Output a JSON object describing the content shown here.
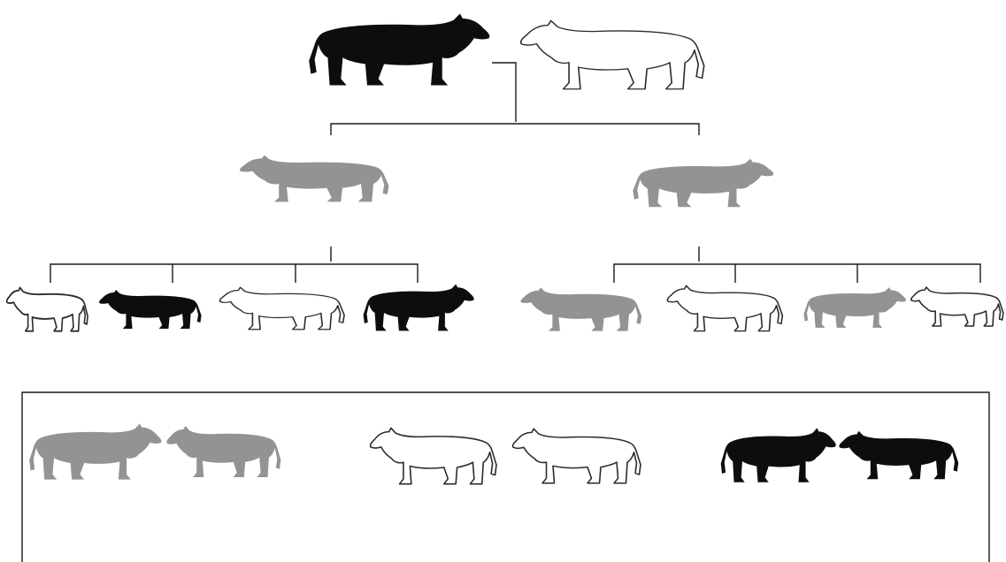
{
  "colors": {
    "black": "#0d0d0d",
    "gray": "#939393",
    "white_fill": "#ffffff",
    "outline": "#2b2b2b",
    "line": "#1a1a1a"
  },
  "generations": {
    "parents": [
      {
        "name": "parent-bull-black",
        "color": "black",
        "facing": "right"
      },
      {
        "name": "parent-cow-white",
        "color": "white",
        "facing": "left"
      }
    ],
    "f1": [
      {
        "name": "f1-gray-left",
        "color": "gray",
        "facing": "left"
      },
      {
        "name": "f1-gray-right",
        "color": "gray",
        "facing": "right"
      }
    ],
    "f2_left": [
      {
        "name": "f2-white-1",
        "color": "white",
        "facing": "left"
      },
      {
        "name": "f2-black-1",
        "color": "black",
        "facing": "left"
      },
      {
        "name": "f2-white-2",
        "color": "white",
        "facing": "left"
      },
      {
        "name": "f2-black-2",
        "color": "black",
        "facing": "right"
      }
    ],
    "f2_right": [
      {
        "name": "f2-gray-1",
        "color": "gray",
        "facing": "left"
      },
      {
        "name": "f2-white-3",
        "color": "white",
        "facing": "left"
      },
      {
        "name": "f2-gray-2",
        "color": "gray",
        "facing": "right"
      },
      {
        "name": "f2-white-4",
        "color": "white",
        "facing": "left"
      }
    ]
  },
  "summary_groups": [
    {
      "name": "summary-gray-pair",
      "colors": [
        "gray",
        "gray"
      ],
      "facing": [
        "right",
        "left"
      ]
    },
    {
      "name": "summary-white-pair",
      "colors": [
        "white",
        "white"
      ],
      "facing": [
        "left",
        "left"
      ]
    },
    {
      "name": "summary-black-pair",
      "colors": [
        "black",
        "black"
      ],
      "facing": [
        "right",
        "left"
      ]
    }
  ]
}
